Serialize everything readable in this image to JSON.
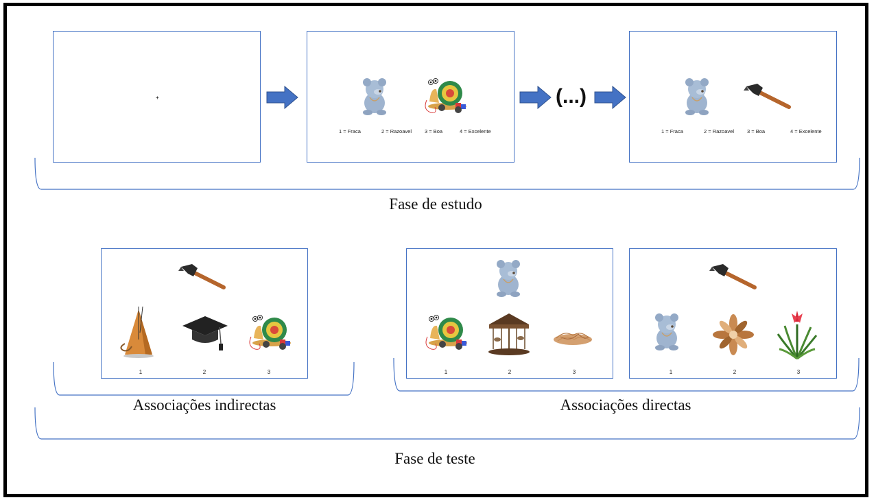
{
  "study_phase": {
    "caption": "Fase de estudo",
    "fixation": "+",
    "ellipsis": "(...)",
    "rating_scale": [
      "1 = Fraca",
      "2 = Razoavel",
      "3 = Boa",
      "4 = Excelente"
    ]
  },
  "test_phase": {
    "caption": "Fase de teste",
    "indirect": {
      "caption": "Associações indirectas",
      "options": [
        "1",
        "2",
        "3"
      ]
    },
    "direct": {
      "caption": "Associações directas",
      "options_a": [
        "1",
        "2",
        "3"
      ],
      "options_b": [
        "1",
        "2",
        "3"
      ]
    }
  },
  "colors": {
    "panel_border": "#4472c4",
    "arrow_fill": "#4472c4",
    "brace": "#4472c4"
  }
}
